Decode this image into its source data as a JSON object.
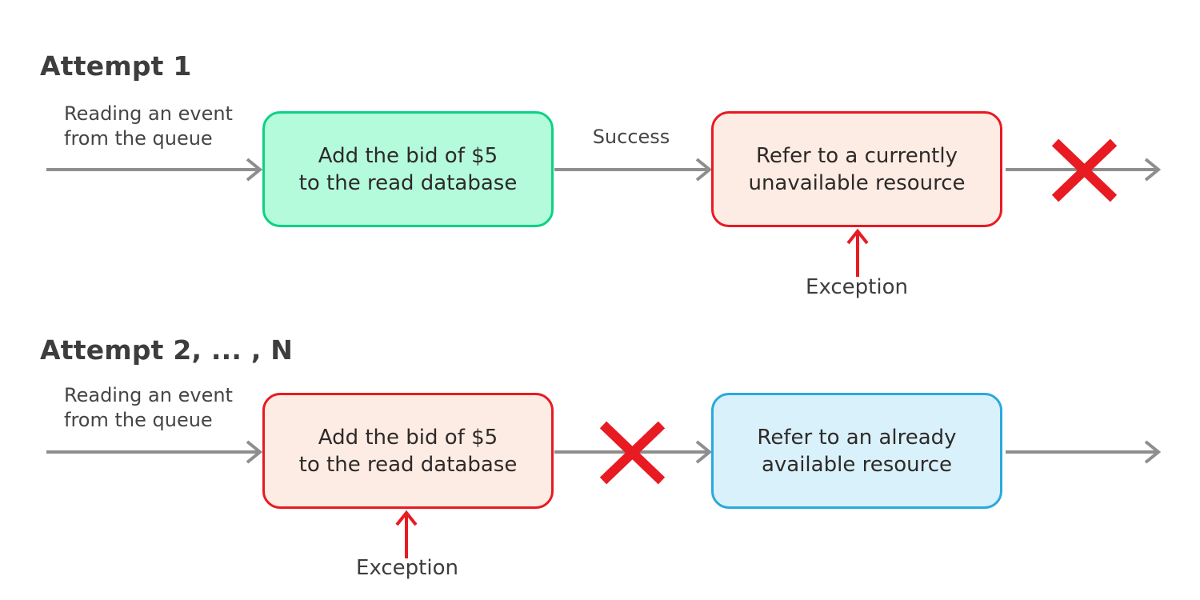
{
  "colors": {
    "heading_text": "#3d3d3d",
    "body_text": "#2e2a29",
    "label_text": "#454545",
    "connector_gray": "#8e8e8e",
    "accent_red": "#e81a22",
    "success_green_border": "#0cd183",
    "success_green_fill": "#b4fbdc",
    "error_red_border": "#e81a22",
    "error_red_fill": "#fdece3",
    "info_blue_border": "#2aa9dc",
    "info_blue_fill": "#d9f1fa"
  },
  "attempt1": {
    "heading": "Attempt 1",
    "queue_label": {
      "line1": "Reading an event",
      "line2": "from the queue"
    },
    "step1": {
      "line1": "Add the bid of $5",
      "line2": "to the read database"
    },
    "arrow_label": "Success",
    "step2": {
      "line1": "Refer to a currently",
      "line2": "unavailable resource"
    },
    "exception_label": "Exception"
  },
  "attempt2": {
    "heading": "Attempt 2, ... , N",
    "queue_label": {
      "line1": "Reading an event",
      "line2": "from the queue"
    },
    "step1": {
      "line1": "Add the bid of $5",
      "line2": "to the read database"
    },
    "step2": {
      "line1": "Refer to an already",
      "line2": "available resource"
    },
    "exception_label": "Exception"
  }
}
